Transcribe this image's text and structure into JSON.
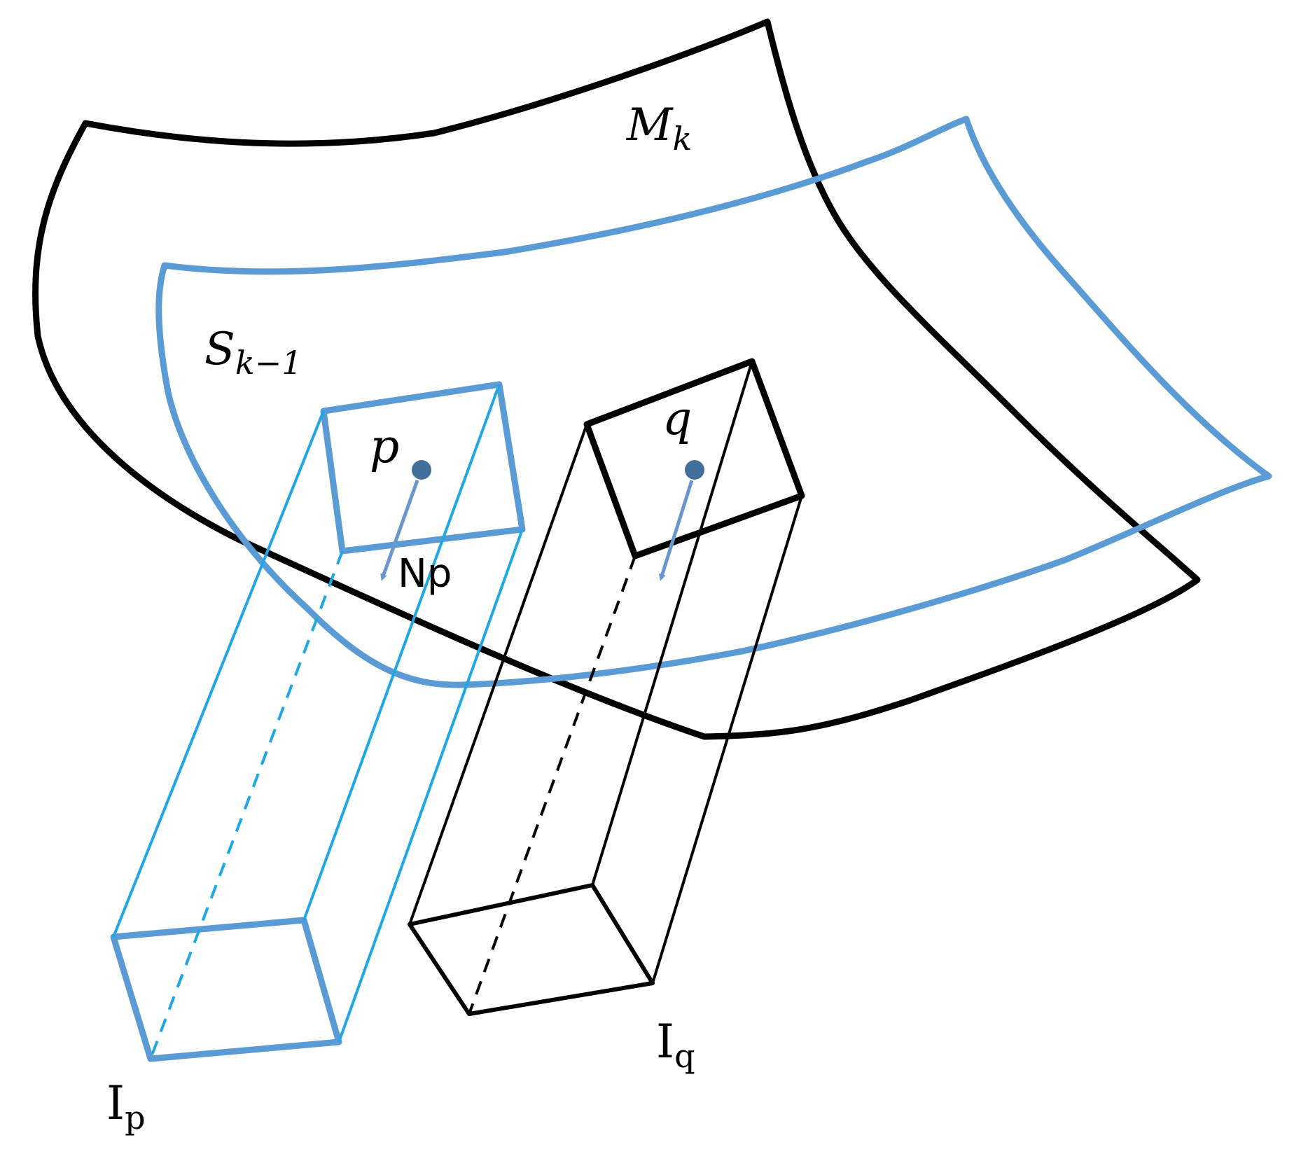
{
  "labels": {
    "surface_m": "M",
    "surface_m_sub": "k",
    "surface_s": "S",
    "surface_s_sub": "k−1",
    "point_p": "p",
    "point_q": "q",
    "normal_p": "Np",
    "image_p": "I",
    "image_p_sub": "p",
    "image_q": "I",
    "image_q_sub": "q"
  },
  "colors": {
    "black": "#000000",
    "surface_blue": "#5b9bd5",
    "box_cyan": "#1ea7e6",
    "point_blue": "#41709c",
    "arrow_blue": "#6a96cf"
  }
}
